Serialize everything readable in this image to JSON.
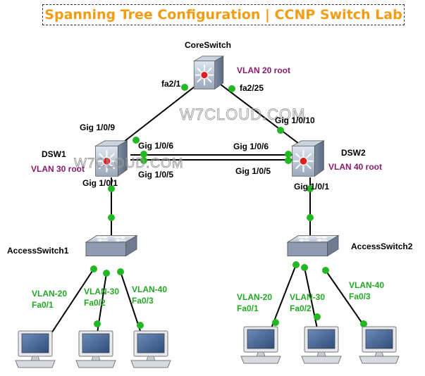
{
  "title": {
    "text": "Spanning Tree Configuration | CCNP Switch Lab",
    "color": "#f39c12"
  },
  "watermark": "W7CLOUD.COM",
  "colors": {
    "link": "#000000",
    "dot": "#22b822",
    "vlan_root": "#8a1a6e",
    "port": "#000000",
    "access_port": "#22a822"
  },
  "devices": {
    "core": {
      "name": "CoreSwitch",
      "root": "VLAN 20 root",
      "port_left": "fa2/1",
      "port_right": "fa2/25"
    },
    "dsw1": {
      "name": "DSW1",
      "root": "VLAN 30 root",
      "port_up": "Gig 1/0/9",
      "port_6": "Gig 1/0/6",
      "port_5": "Gig 1/0/5",
      "port_down": "Gig 1/0/1"
    },
    "dsw2": {
      "name": "DSW2",
      "root": "VLAN 40 root",
      "port_up": "Gig 1/0/10",
      "port_6": "Gig 1/0/6",
      "port_5": "Gig 1/0/5",
      "port_down": "Gig 1/0/1"
    },
    "access1": {
      "name": "AccessSwitch1"
    },
    "access2": {
      "name": "AccessSwitch2"
    }
  },
  "hosts1": [
    {
      "vlan": "VLAN-20",
      "port": "Fa0/1"
    },
    {
      "vlan": "VLAN-30",
      "port": "Fa0/2"
    },
    {
      "vlan": "VLAN-40",
      "port": "Fa0/3"
    }
  ],
  "hosts2": [
    {
      "vlan": "VLAN-20",
      "port": "Fa0/1"
    },
    {
      "vlan": "VLAN-30",
      "port": "Fa0/2"
    },
    {
      "vlan": "VLAN-40",
      "port": "Fa0/3"
    }
  ]
}
